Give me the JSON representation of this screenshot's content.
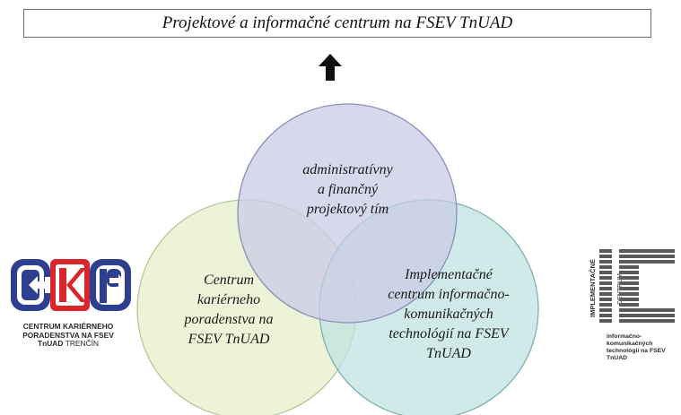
{
  "title": "Projektové a informačné centrum na FSEV TnUAD",
  "circles": {
    "top": {
      "text": [
        "administratívny",
        "a finančný",
        "projektový tím"
      ],
      "color": "#c9cbe6"
    },
    "left": {
      "text": [
        "Centrum",
        "kariérneho",
        "poradenstva na",
        "FSEV TnUAD"
      ],
      "color": "#e7efc8"
    },
    "right": {
      "text": [
        "Implementačné",
        "centrum informačno-",
        "komunikačných",
        "technológií na FSEV",
        "TnUAD"
      ],
      "color": "#bfe3e0"
    }
  },
  "left_logo": {
    "letters": "CKP",
    "caption_lines": [
      "CENTRUM KARIÉRNEHO",
      "PORADENSTVA NA FSEV"
    ],
    "caption_last_bold": "TnUAD",
    "caption_last_thin": "TRENČÍN"
  },
  "right_logo": {
    "letters": "IC",
    "vertical_1": "IMPLEMENTAČNÉ",
    "vertical_2": "CENTRUM",
    "caption_lines": [
      "informačno-komunikačných",
      "technológií na FSEV TnUAD"
    ]
  },
  "colors": {
    "ckp_blue": "#2f3f8f",
    "ckp_red": "#d8262a",
    "ic_gray": "#5a5a5a"
  }
}
